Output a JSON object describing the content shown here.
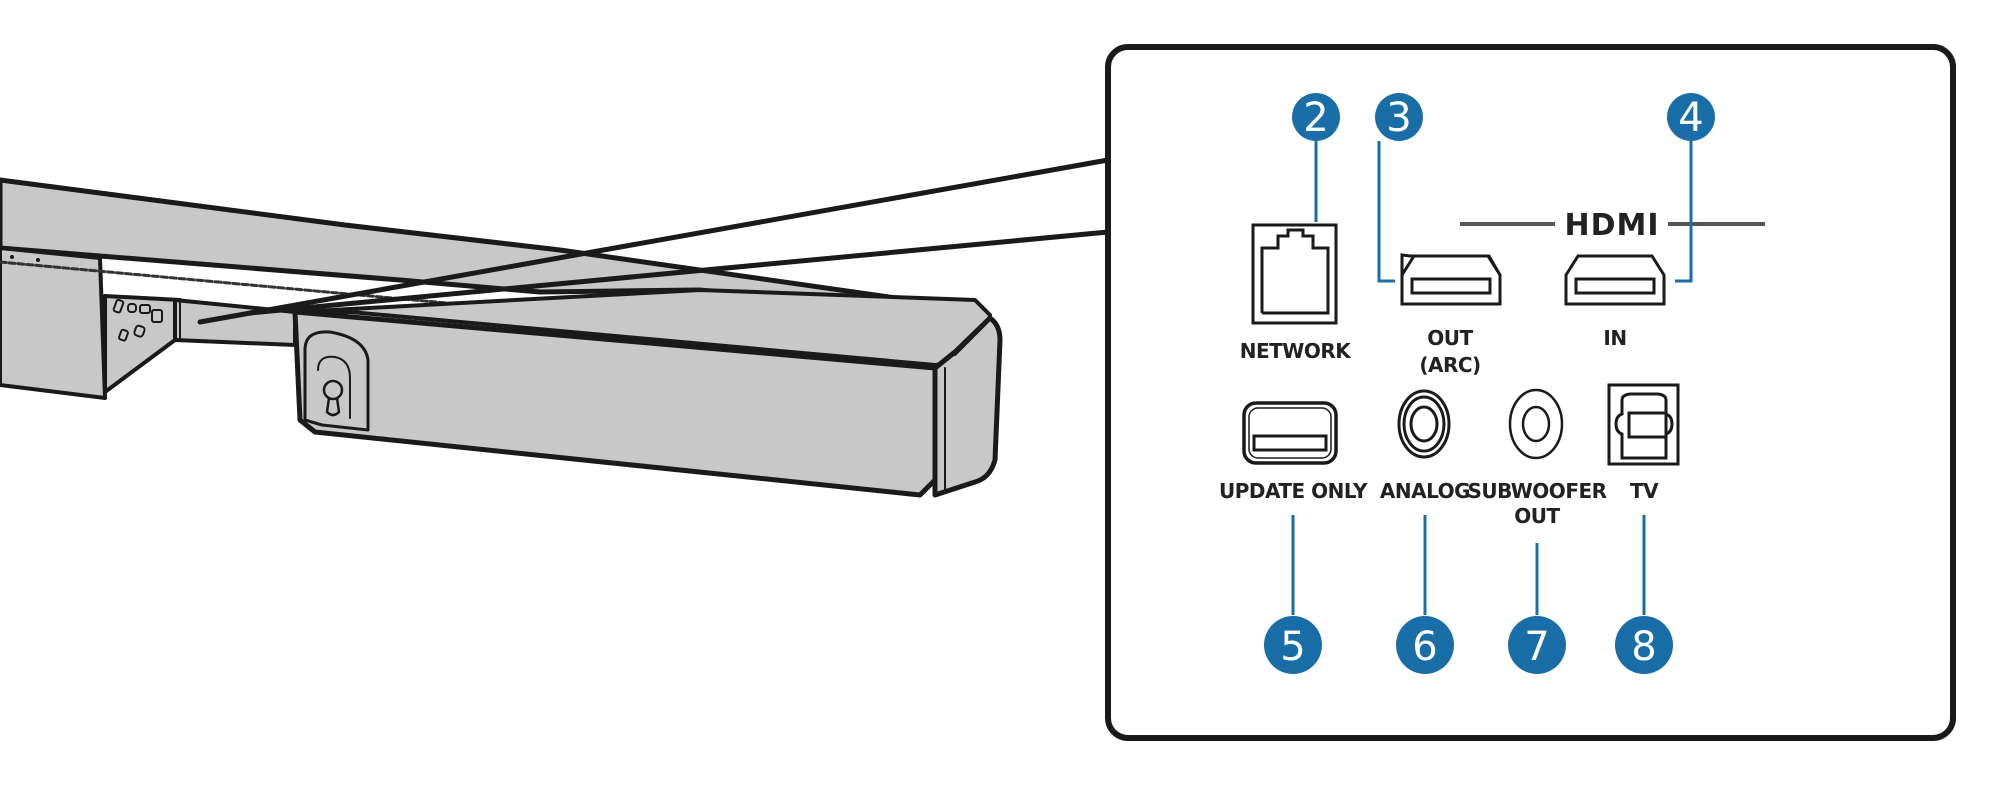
{
  "diagram": {
    "title": "Soundbar rear panel connectors",
    "colors": {
      "callout": "#1a6ea8",
      "device_fill": "#c8c8c8",
      "outline": "#1a1a1a",
      "panel_bg": "#ffffff"
    },
    "hdmi_group_label": "HDMI",
    "connectors": [
      {
        "number": "2",
        "label": "NETWORK",
        "sublabel": "",
        "icon": "ethernet-port-icon"
      },
      {
        "number": "3",
        "label": "OUT",
        "sublabel": "(ARC)",
        "icon": "hdmi-port-icon"
      },
      {
        "number": "4",
        "label": "IN",
        "sublabel": "",
        "icon": "hdmi-port-icon"
      },
      {
        "number": "5",
        "label": "UPDATE ONLY",
        "sublabel": "",
        "icon": "usb-port-icon"
      },
      {
        "number": "6",
        "label": "ANALOG",
        "sublabel": "",
        "icon": "rca-jack-icon"
      },
      {
        "number": "7",
        "label": "SUBWOOFER",
        "sublabel": "OUT",
        "icon": "subwoofer-jack-icon"
      },
      {
        "number": "8",
        "label": "TV",
        "sublabel": "",
        "icon": "optical-port-icon"
      }
    ]
  }
}
